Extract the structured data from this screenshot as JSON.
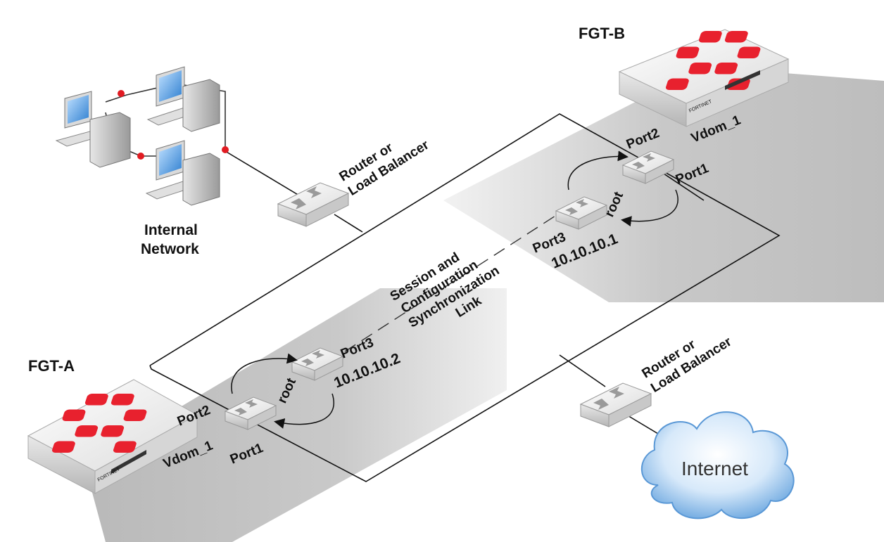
{
  "devices": {
    "fgt_a": {
      "label": "FGT-A",
      "brand": "FORTINET"
    },
    "fgt_b": {
      "label": "FGT-B",
      "brand": "FORTINET"
    }
  },
  "labels": {
    "router_top": [
      "Router or",
      "Load Balancer"
    ],
    "router_bottom": [
      "Router or",
      "Load Balancer"
    ],
    "internal_network": [
      "Internal",
      "Network"
    ],
    "sync_link": [
      "Session and",
      "Configuration",
      "Synchronization",
      "Link"
    ],
    "internet": "Internet"
  },
  "fgt_b_ports": {
    "port2": "Port2",
    "vdom": "Vdom_1",
    "port1": "Port1",
    "root": "root",
    "port3": "Port3",
    "ip": "10.10.10.1"
  },
  "fgt_a_ports": {
    "port2": "Port2",
    "vdom": "Vdom_1",
    "port1": "Port1",
    "root": "root",
    "port3": "Port3",
    "ip": "10.10.10.2"
  },
  "colors": {
    "fortinet_red": "#e8212e",
    "shade": "#c9c9c9",
    "cloud_blue": "#7fb4e6",
    "link_red": "#e11b22",
    "screen_blue": "#4a9de0"
  }
}
